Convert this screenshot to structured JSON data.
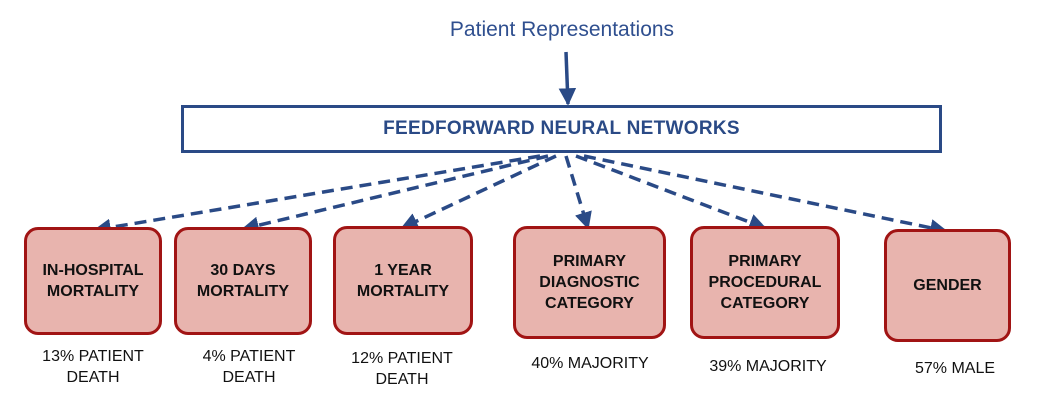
{
  "diagram": {
    "input_label": "Patient Representations",
    "model_label": "FEEDFORWARD NEURAL NETWORKS",
    "tasks": [
      {
        "label": "IN-HOSPITAL\nMORTALITY",
        "stat": "13% PATIENT\nDEATH"
      },
      {
        "label": "30 DAYS\nMORTALITY",
        "stat": "4% PATIENT\nDEATH"
      },
      {
        "label": "1 YEAR\nMORTALITY",
        "stat": "12% PATIENT\nDEATH"
      },
      {
        "label": "PRIMARY\nDIAGNOSTIC\nCATEGORY",
        "stat": "40% MAJORITY"
      },
      {
        "label": "PRIMARY\nPROCEDURAL\nCATEGORY",
        "stat": "39% MAJORITY"
      },
      {
        "label": "GENDER",
        "stat": "57% MALE"
      }
    ]
  },
  "colors": {
    "title_text": "#2f4f8f",
    "model_border": "#2a4a86",
    "arrow": "#2a4a86",
    "task_fill": "#e8b4ae",
    "task_border": "#a11414"
  }
}
